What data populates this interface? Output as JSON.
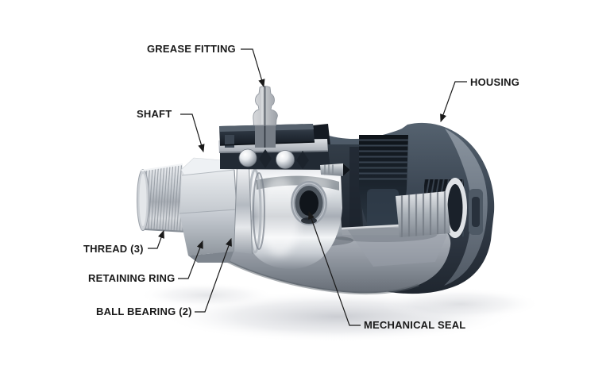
{
  "diagram": {
    "background_color": "#ffffff",
    "label_color": "#1a1a1a",
    "leader_line_color": "#1a1a1a",
    "part_colors": {
      "housing_steel_blue": "#3c4754",
      "housing_dark": "#1f262f",
      "cut_surface_grey": "#999fa8",
      "chrome_light": "#f4f6f8",
      "chrome_mid": "#c2c7cd",
      "chrome_dark": "#6b727b",
      "thread_bore_dark": "#11161d"
    },
    "labels": {
      "grease_fitting": "GREASE FITTING",
      "housing": "HOUSING",
      "shaft": "SHAFT",
      "thread": "THREAD (3)",
      "retaining_ring": "RETAINING RING",
      "ball_bearing": "BALL BEARING (2)",
      "mechanical_seal": "MECHANICAL SEAL"
    }
  }
}
